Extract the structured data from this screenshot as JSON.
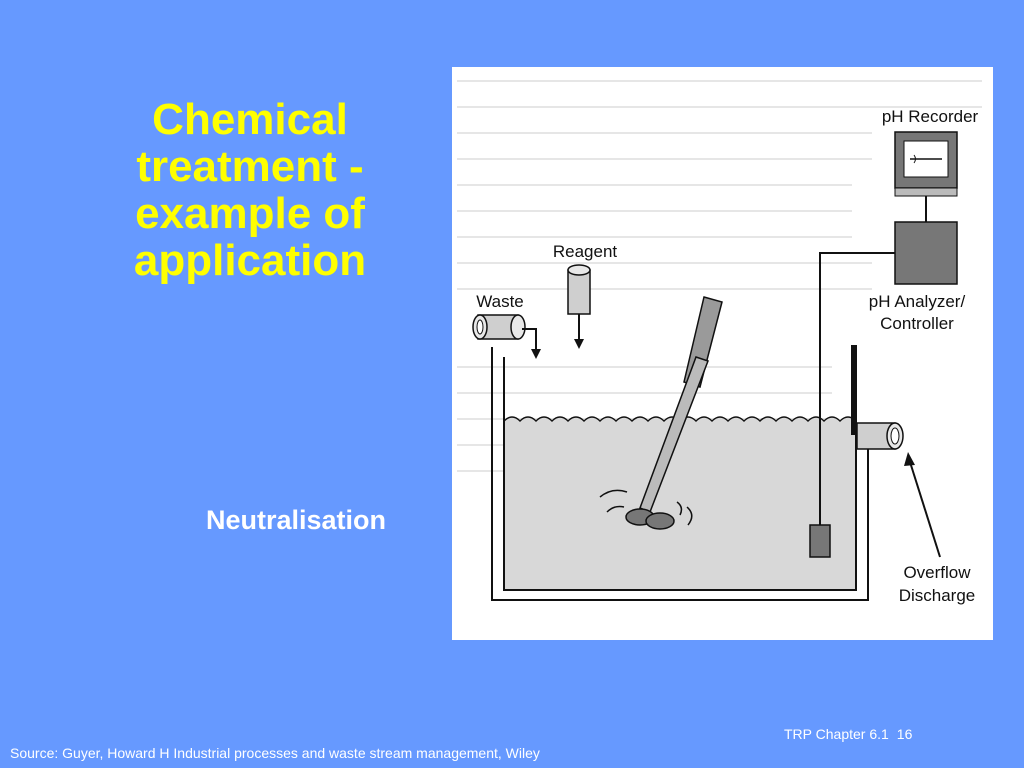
{
  "slide": {
    "title_lines": [
      "Chemical",
      "treatment -",
      "example of",
      "application"
    ],
    "subtitle": "Neutralisation"
  },
  "diagram": {
    "labels": {
      "ph_recorder": "pH Recorder",
      "reagent": "Reagent",
      "waste": "Waste",
      "ph_analyzer_line1": "pH Analyzer/",
      "ph_analyzer_line2": "Controller",
      "overflow_line1": "Overflow",
      "overflow_line2": "Discharge"
    },
    "colors": {
      "liquid": "#d8d8d8",
      "equipment": "#777777",
      "line": "#111111"
    }
  },
  "footer": {
    "chapter": "TRP Chapter 6.1",
    "page": "16",
    "source": "Source: Guyer, Howard H Industrial processes and waste stream management, Wiley"
  },
  "colors": {
    "background": "#6699ff",
    "title": "#ffff00",
    "text": "#ffffff"
  }
}
